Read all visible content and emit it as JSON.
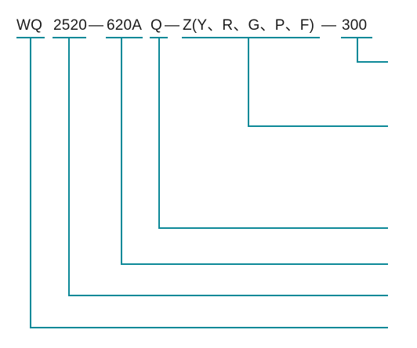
{
  "model_code": {
    "type": "WQ",
    "seg1": "2520",
    "dash1": "—",
    "seg2": "620A",
    "seg3": "Q",
    "dash2": "—",
    "seg4": "Z(Y、R、G、P、F)",
    "dash3": "—",
    "seg5": "300"
  },
  "colors": {
    "accent": "#0f8a99",
    "text": "#1a1a1a"
  }
}
